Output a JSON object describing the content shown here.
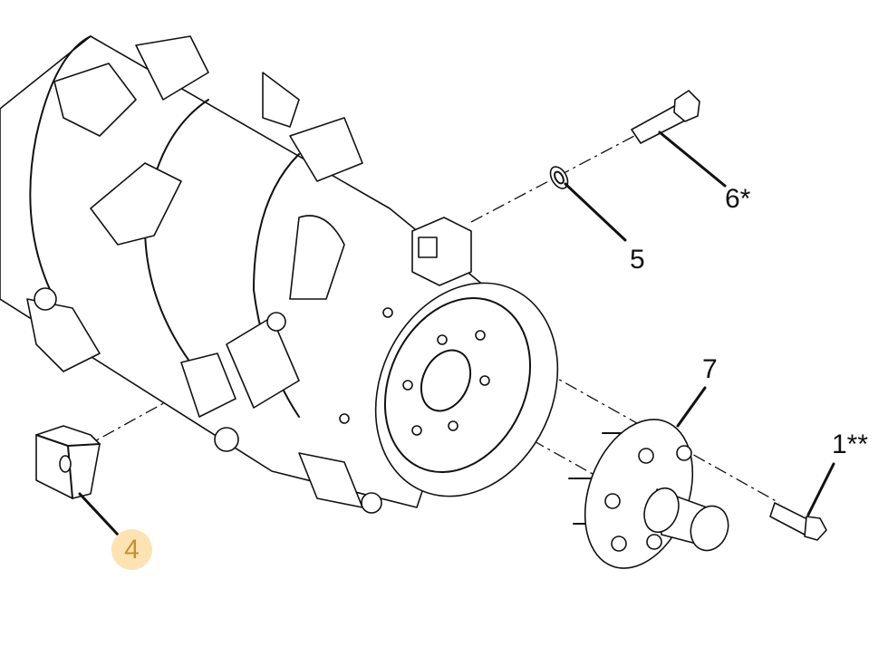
{
  "diagram": {
    "callouts": [
      {
        "id": "6",
        "label": "6*"
      },
      {
        "id": "5",
        "label": "5"
      },
      {
        "id": "7",
        "label": "7"
      },
      {
        "id": "1",
        "label": "1**"
      },
      {
        "id": "4",
        "label": "4",
        "highlighted": true
      }
    ],
    "colors": {
      "highlight_fill": "#fde3b3",
      "highlight_text": "#c8902a",
      "line": "#111111"
    }
  }
}
